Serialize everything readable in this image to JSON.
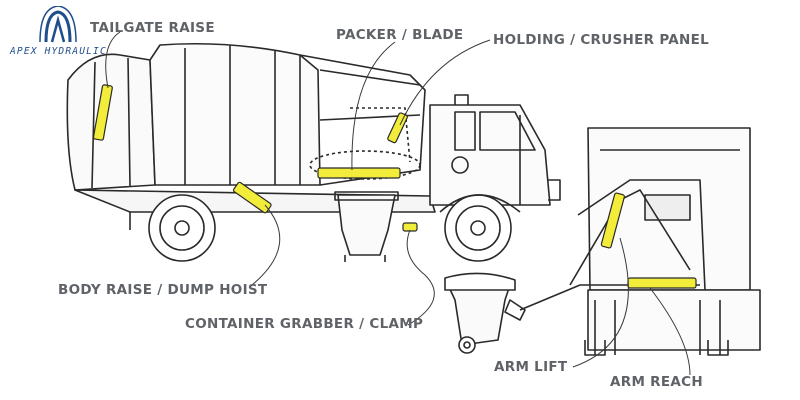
{
  "brand": {
    "name": "APEX HYDRAULIC",
    "color": "#1f4e8c"
  },
  "colors": {
    "label_text": "#5f6367",
    "outline": "#2a2a2a",
    "cylinder_fill": "#f2ec3a",
    "leader": "#3a3a3a"
  },
  "callouts": {
    "tailgate_raise": "TAILGATE RAISE",
    "packer_blade": "PACKER / BLADE",
    "holding_crusher_panel": "HOLDING / CRUSHER PANEL",
    "body_raise_dump_hoist": "BODY RAISE / DUMP HOIST",
    "container_grabber_clamp": "CONTAINER GRABBER / CLAMP",
    "arm_lift": "ARM LIFT",
    "arm_reach": "ARM REACH"
  }
}
